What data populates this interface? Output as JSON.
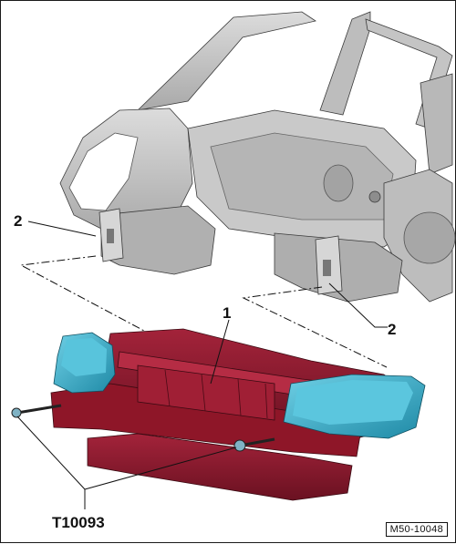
{
  "labels": {
    "callout_2_left": "2",
    "callout_2_right": "2",
    "callout_1": "1",
    "tool": "T10093",
    "figure_code": "M50-10048"
  },
  "colors": {
    "body_shell": "#c8c8c8",
    "body_shell_shadow": "#9a9a9a",
    "front_module": "#8b1a2b",
    "front_module_dark": "#5e0f1c",
    "headlight": "#3fb6d1",
    "headlight_dark": "#1f7f98",
    "outline": "#2b2b2b"
  }
}
